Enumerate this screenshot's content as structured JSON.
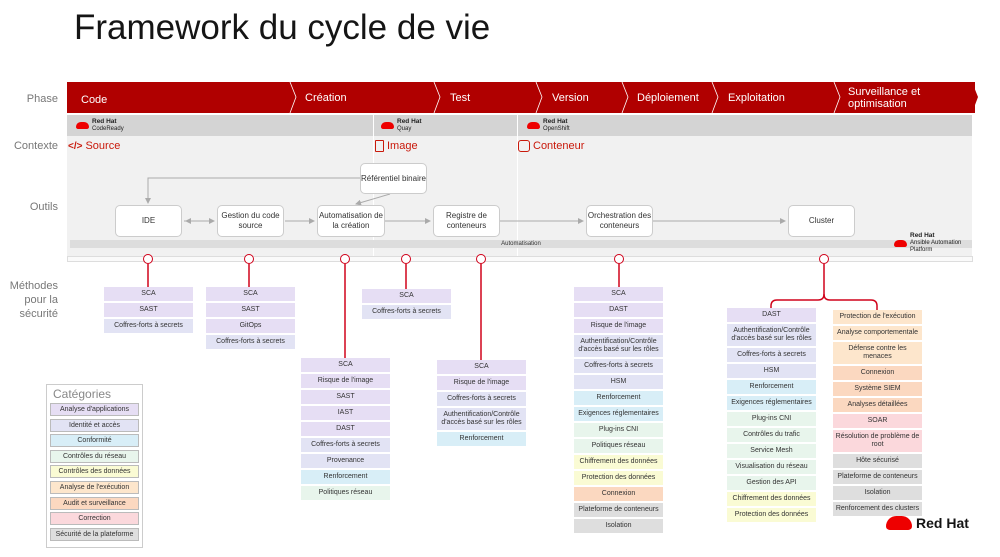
{
  "title": "Framework du cycle de vie",
  "row_labels": {
    "phase": "Phase",
    "contexte": "Contexte",
    "outils": "Outils",
    "methodes": "Méthodes pour la sécurité"
  },
  "phases": [
    "Code",
    "Création",
    "Test",
    "Version",
    "Déploiement",
    "Exploitation",
    "Surveillance et optimisation"
  ],
  "products": [
    {
      "brand": "Red Hat",
      "name": "CodeReady"
    },
    {
      "brand": "Red Hat",
      "name": "Quay"
    },
    {
      "brand": "Red Hat",
      "name": "OpenShift"
    },
    {
      "brand": "Red Hat",
      "name": "Ansible Automation Platform"
    }
  ],
  "contexts": [
    {
      "icon": "code-icon",
      "label": "Source"
    },
    {
      "icon": "document-icon",
      "label": "Image"
    },
    {
      "icon": "container-icon",
      "label": "Conteneur"
    }
  ],
  "tools": [
    "IDE",
    "Gestion du code source",
    "Automatisation de la création",
    "Référentiel binaire",
    "Registre de conteneurs",
    "Orchestration des conteneurs",
    "Cluster"
  ],
  "automation_label": "Automatisation",
  "category_colors": {
    "app": "#e6def4",
    "id": "#e2e3f4",
    "conf": "#d8eef7",
    "net": "#e8f5ec",
    "data": "#fafbd4",
    "exec": "#fde6cc",
    "audit": "#fbd8c0",
    "corr": "#fbd8dc",
    "plat": "#dedede"
  },
  "categories": {
    "title": "Catégories",
    "items": [
      {
        "label": "Analyse d'applications",
        "cat": "app"
      },
      {
        "label": "Identité et accès",
        "cat": "id"
      },
      {
        "label": "Conformité",
        "cat": "conf"
      },
      {
        "label": "Contrôles du réseau",
        "cat": "net"
      },
      {
        "label": "Contrôles des données",
        "cat": "data"
      },
      {
        "label": "Analyse de l'exécution",
        "cat": "exec"
      },
      {
        "label": "Audit et surveillance",
        "cat": "audit"
      },
      {
        "label": "Correction",
        "cat": "corr"
      },
      {
        "label": "Sécurité de la plateforme",
        "cat": "plat"
      }
    ]
  },
  "methods": [
    [
      {
        "label": "SCA",
        "cat": "app"
      },
      {
        "label": "SAST",
        "cat": "app"
      },
      {
        "label": "Coffres-forts à secrets",
        "cat": "id"
      }
    ],
    [
      {
        "label": "SCA",
        "cat": "app"
      },
      {
        "label": "SAST",
        "cat": "app"
      },
      {
        "label": "GitOps",
        "cat": "app"
      },
      {
        "label": "Coffres-forts à secrets",
        "cat": "id"
      }
    ],
    [
      {
        "label": "SCA",
        "cat": "app"
      },
      {
        "label": "Risque de l'image",
        "cat": "app"
      },
      {
        "label": "SAST",
        "cat": "app"
      },
      {
        "label": "IAST",
        "cat": "app"
      },
      {
        "label": "DAST",
        "cat": "app"
      },
      {
        "label": "Coffres-forts à secrets",
        "cat": "id"
      },
      {
        "label": "Provenance",
        "cat": "id"
      },
      {
        "label": "Renforcement",
        "cat": "conf"
      },
      {
        "label": "Politiques réseau",
        "cat": "net"
      }
    ],
    [
      {
        "label": "SCA",
        "cat": "app"
      },
      {
        "label": "Coffres-forts à secrets",
        "cat": "id"
      }
    ],
    [
      {
        "label": "SCA",
        "cat": "app"
      },
      {
        "label": "Risque de l'image",
        "cat": "app"
      },
      {
        "label": "Coffres-forts à secrets",
        "cat": "id"
      },
      {
        "label": "Authentification/Contrôle d'accès basé sur les rôles",
        "cat": "id"
      },
      {
        "label": "Renforcement",
        "cat": "conf"
      }
    ],
    [
      {
        "label": "SCA",
        "cat": "app"
      },
      {
        "label": "DAST",
        "cat": "app"
      },
      {
        "label": "Risque de l'image",
        "cat": "app"
      },
      {
        "label": "Authentification/Contrôle d'accès basé sur les rôles",
        "cat": "id"
      },
      {
        "label": "Coffres-forts à secrets",
        "cat": "id"
      },
      {
        "label": "HSM",
        "cat": "id"
      },
      {
        "label": "Renforcement",
        "cat": "conf"
      },
      {
        "label": "Exigences réglementaires",
        "cat": "conf"
      },
      {
        "label": "Plug-ins CNI",
        "cat": "net"
      },
      {
        "label": "Politiques réseau",
        "cat": "net"
      },
      {
        "label": "Chiffrement des données",
        "cat": "data"
      },
      {
        "label": "Protection des données",
        "cat": "data"
      },
      {
        "label": "Connexion",
        "cat": "audit"
      },
      {
        "label": "Plateforme de conteneurs",
        "cat": "plat"
      },
      {
        "label": "Isolation",
        "cat": "plat"
      }
    ],
    [
      {
        "label": "DAST",
        "cat": "app"
      },
      {
        "label": "Authentification/Contrôle d'accès basé sur les rôles",
        "cat": "id"
      },
      {
        "label": "Coffres-forts à secrets",
        "cat": "id"
      },
      {
        "label": "HSM",
        "cat": "id"
      },
      {
        "label": "Renforcement",
        "cat": "conf"
      },
      {
        "label": "Exigences réglementaires",
        "cat": "conf"
      },
      {
        "label": "Plug-ins CNI",
        "cat": "net"
      },
      {
        "label": "Contrôles du trafic",
        "cat": "net"
      },
      {
        "label": "Service Mesh",
        "cat": "net"
      },
      {
        "label": "Visualisation du réseau",
        "cat": "net"
      },
      {
        "label": "Gestion des API",
        "cat": "net"
      },
      {
        "label": "Chiffrement des données",
        "cat": "data"
      },
      {
        "label": "Protection des données",
        "cat": "data"
      }
    ],
    [
      {
        "label": "Protection de l'exécution",
        "cat": "exec"
      },
      {
        "label": "Analyse comportementale",
        "cat": "exec"
      },
      {
        "label": "Défense contre les menaces",
        "cat": "exec"
      },
      {
        "label": "Connexion",
        "cat": "audit"
      },
      {
        "label": "Système SIEM",
        "cat": "audit"
      },
      {
        "label": "Analyses détaillées",
        "cat": "audit"
      },
      {
        "label": "SOAR",
        "cat": "corr"
      },
      {
        "label": "Résolution de problème de root",
        "cat": "corr"
      },
      {
        "label": "Hôte sécurisé",
        "cat": "plat"
      },
      {
        "label": "Plateforme de conteneurs",
        "cat": "plat"
      },
      {
        "label": "Isolation",
        "cat": "plat"
      },
      {
        "label": "Renforcement des clusters",
        "cat": "plat"
      }
    ]
  ],
  "logo": "Red Hat"
}
